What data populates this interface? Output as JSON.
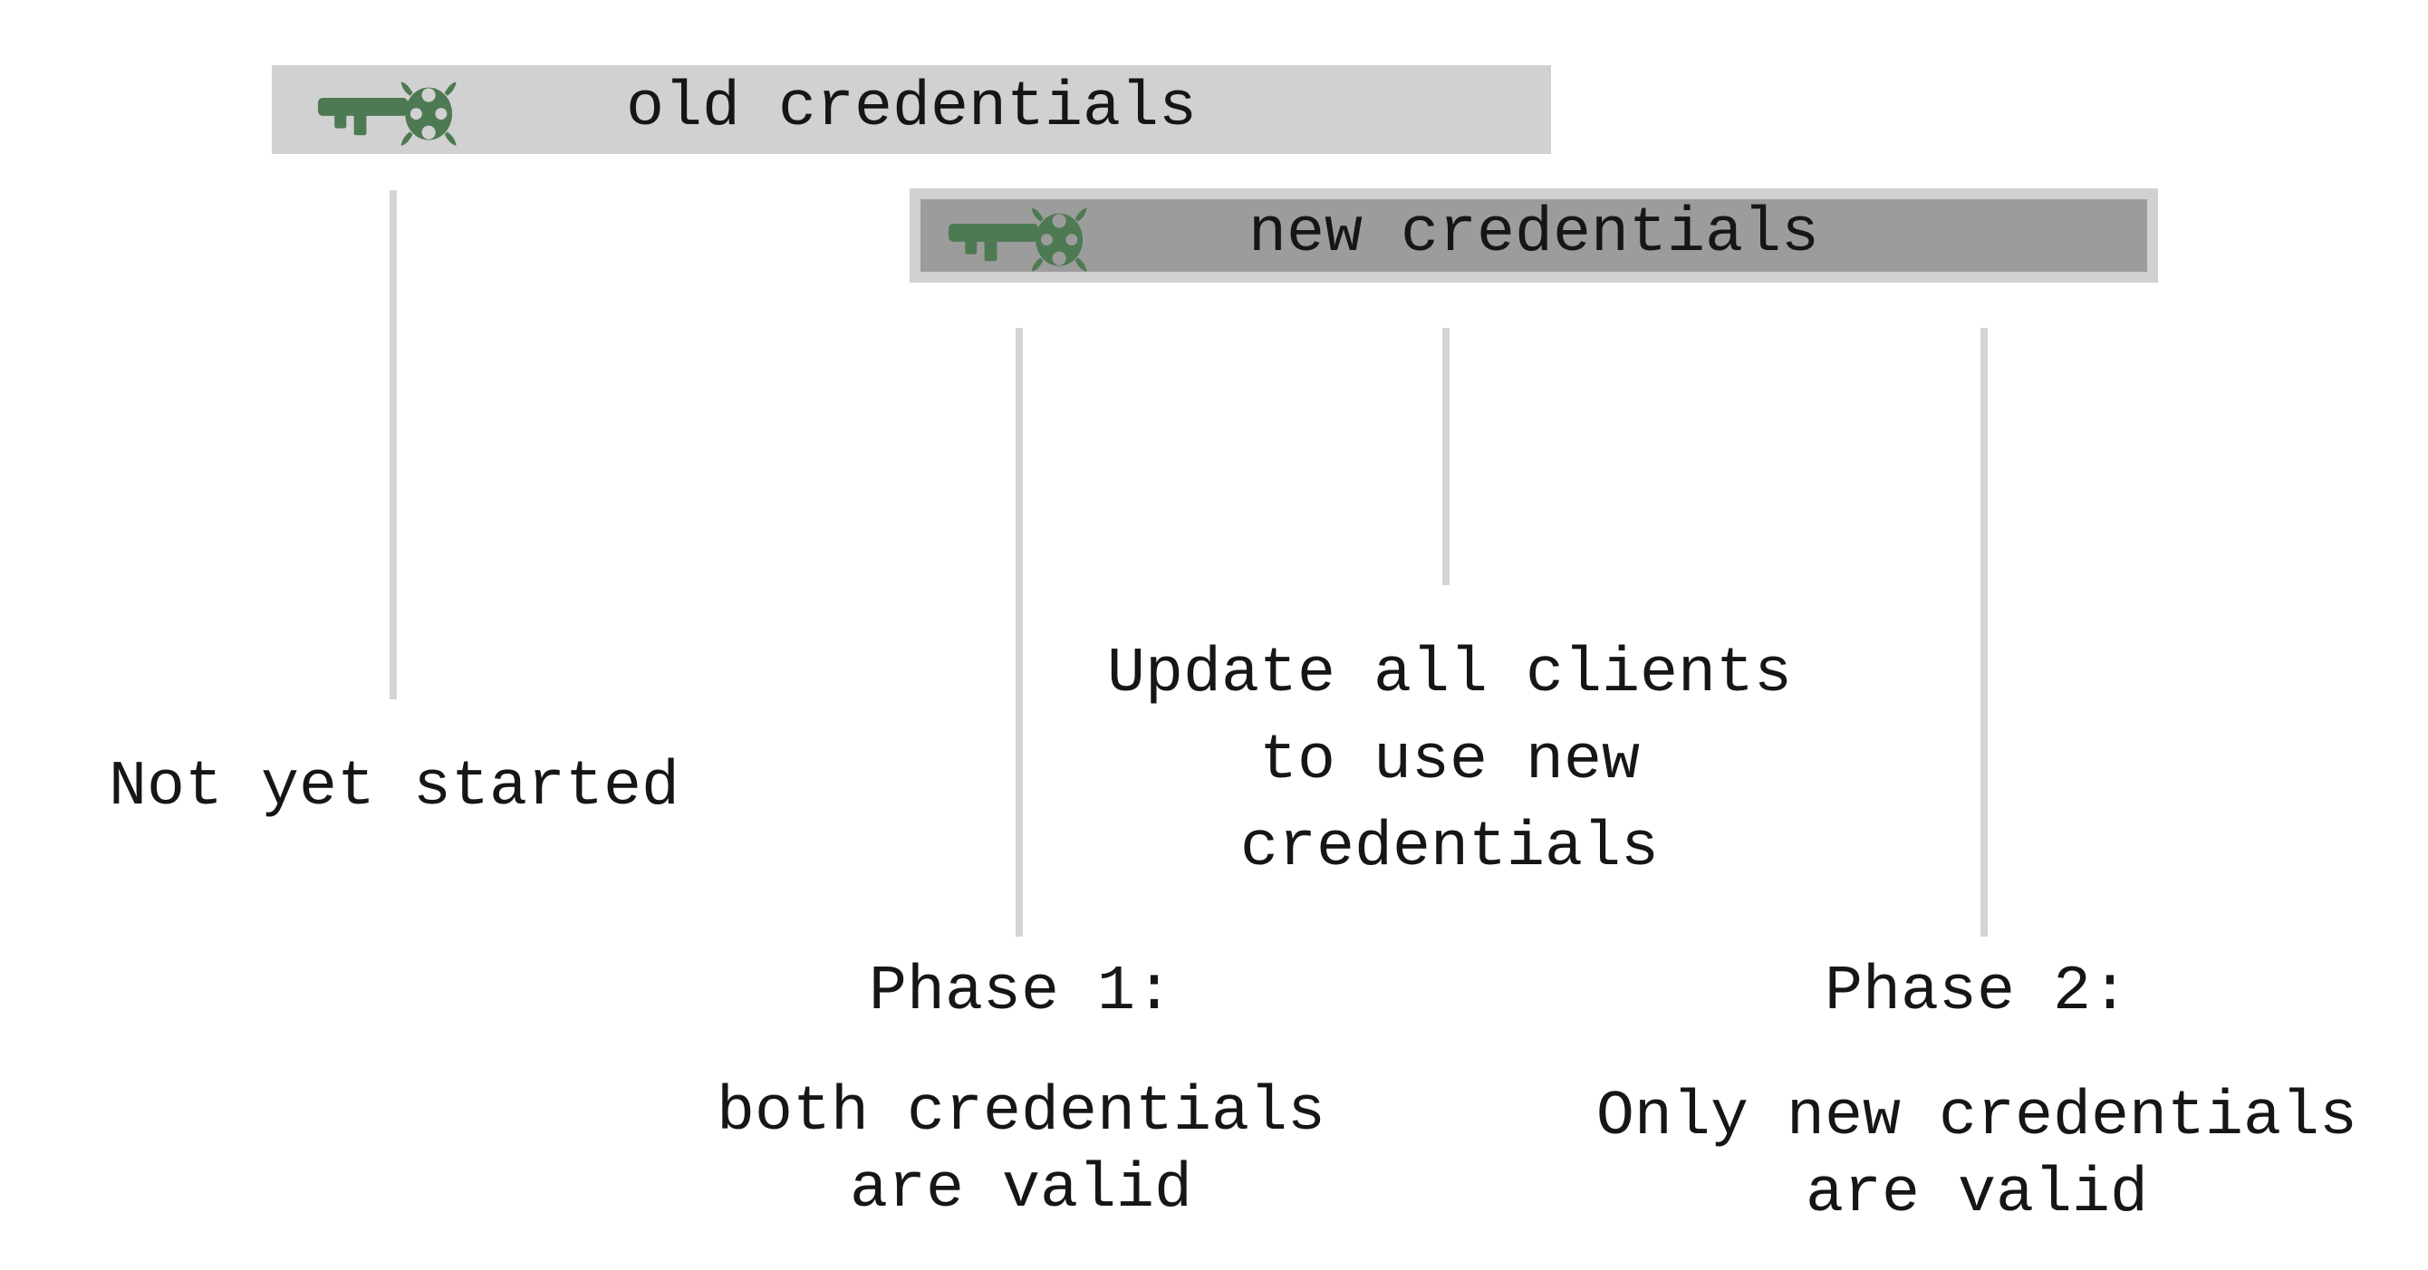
{
  "colors": {
    "bar_light": "#d1d1d1",
    "bar_dark": "#9c9c9c",
    "line": "#d4d4d4",
    "key_green": "#4d7a52",
    "text": "#161616",
    "bg": "#ffffff"
  },
  "bars": [
    {
      "label": "old credentials",
      "icon": "key-icon",
      "style": "light"
    },
    {
      "label": "new credentials",
      "icon": "key-icon",
      "style": "dark-with-light-border"
    }
  ],
  "labels": {
    "not_started": "Not yet started",
    "update_lines": [
      "Update all clients",
      "to use new",
      "credentials"
    ],
    "phase1_heading": "Phase 1:",
    "phase1_lines": [
      "both credentials",
      "are valid"
    ],
    "phase2_heading": "Phase 2:",
    "phase2_lines": [
      "Only new credentials",
      "are valid"
    ]
  }
}
